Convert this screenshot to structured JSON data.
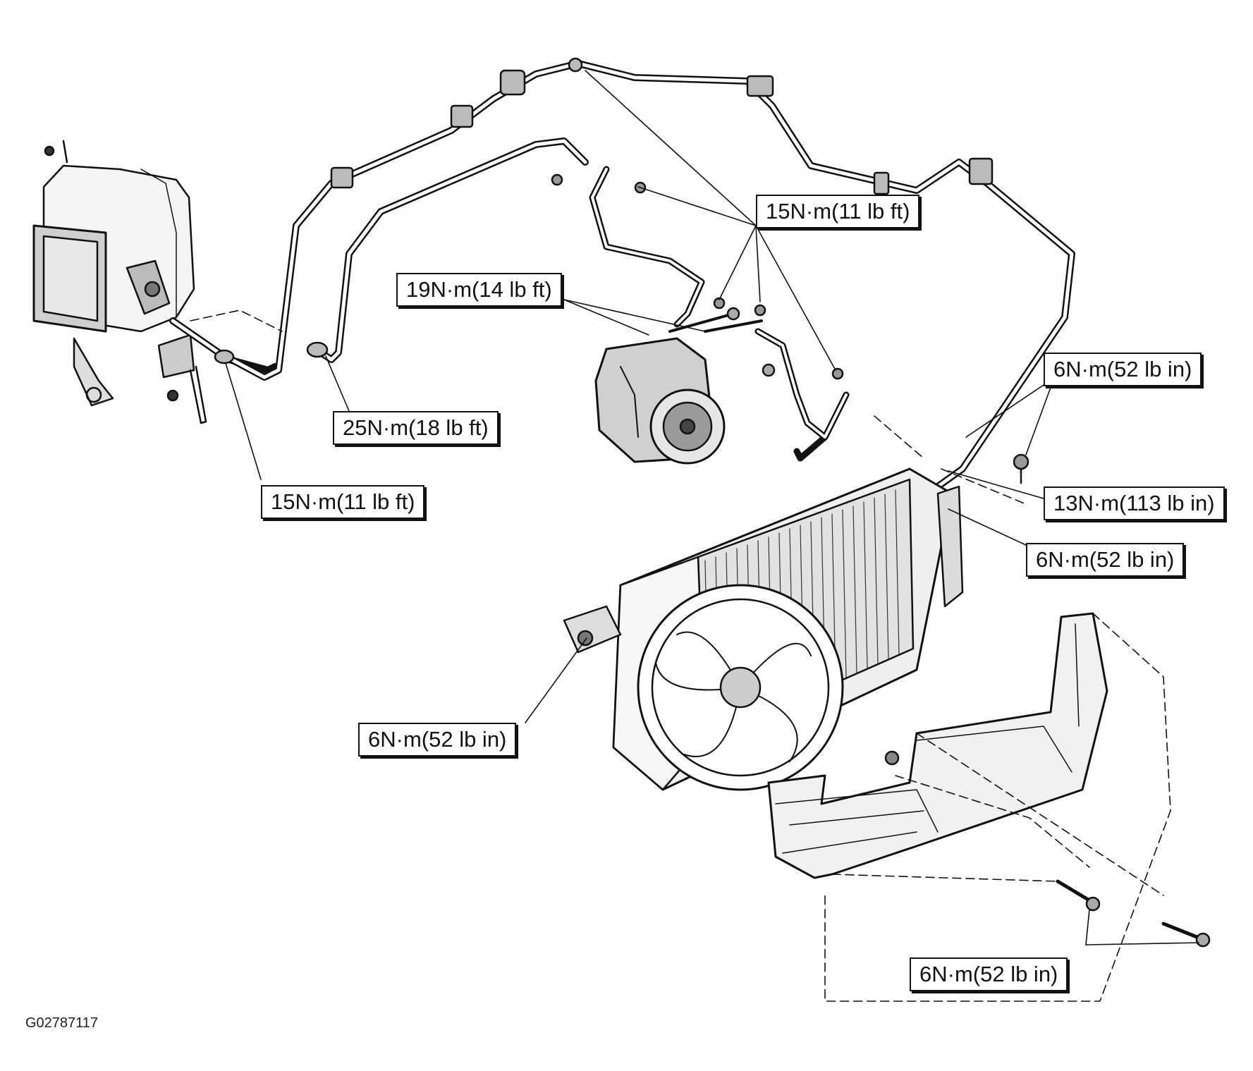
{
  "figure_code": "G02787117",
  "callouts": {
    "compressor_manifold_bolts": "15N·m(11 lb ft)",
    "compressor_mount_bolts": "19N·m(14 lb ft)",
    "suction_line_fitting": "25N·m(18 lb ft)",
    "liquid_line_fitting": "15N·m(11 lb ft)",
    "condenser_upper_bolt": "6N·m(52 lb in)",
    "condenser_line_block": "13N·m(113 lb in)",
    "receiver_drier_bolt": "6N·m(52 lb in)",
    "fan_shroud_bolt": "6N·m(52 lb in)",
    "splash_shield_bolts": "6N·m(52 lb in)"
  }
}
